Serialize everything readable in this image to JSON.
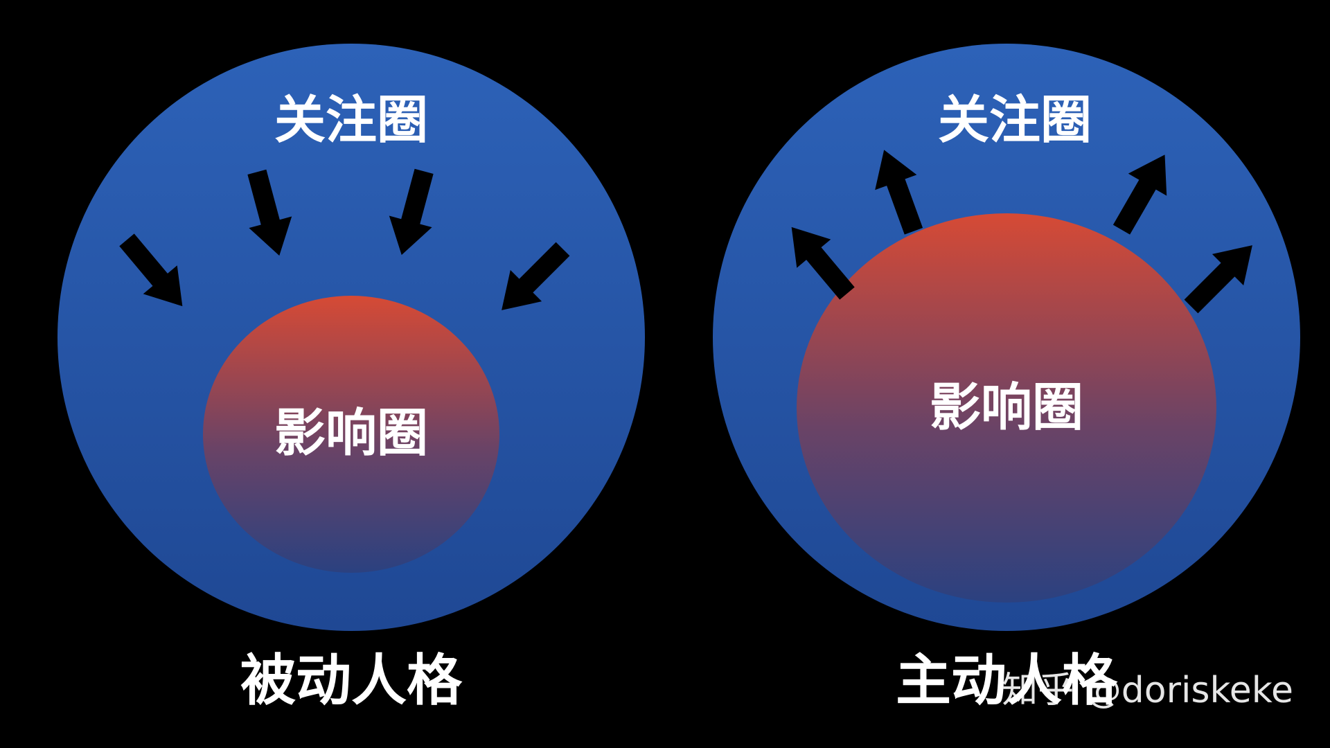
{
  "colors": {
    "background": "#000000",
    "concern_circle_top": "#2d62b8",
    "concern_circle_bottom": "#1f4894",
    "influence_circle_top": "#d64a35",
    "influence_circle_bottom": "#2b4180",
    "arrow": "#000000",
    "text": "#ffffff"
  },
  "diagrams": {
    "passive": {
      "outer_label": "关注圈",
      "inner_label": "影响圈",
      "caption": "被动人格",
      "arrow_direction": "inward"
    },
    "active": {
      "outer_label": "关注圈",
      "inner_label": "影响圈",
      "caption": "主动人格",
      "arrow_direction": "outward"
    }
  },
  "watermark": "知乎 @doriskeke"
}
